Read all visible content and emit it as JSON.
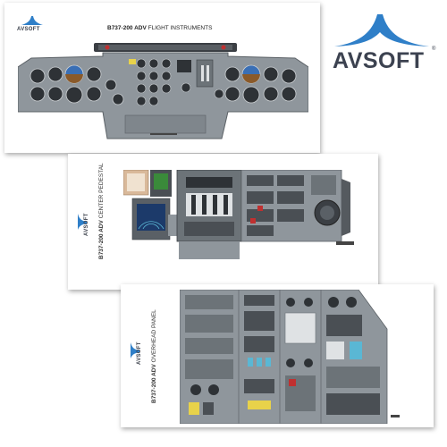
{
  "brand": {
    "name": "AVSOFT",
    "registered_mark": "®",
    "colors": {
      "wing": "#2f7fc8",
      "text": "#3c4250"
    }
  },
  "posters": [
    {
      "id": "flight-instruments",
      "model": "B737-200 ADV",
      "panel": "FLIGHT INSTRUMENTS",
      "logo": "AVSOFT"
    },
    {
      "id": "center-pedestal",
      "model": "B737-200 ADV",
      "panel": "CENTER PEDESTAL",
      "logo": "AVSOFT"
    },
    {
      "id": "overhead-panel",
      "model": "B737-200 ADV",
      "panel": "OVERHEAD PANEL",
      "logo": "AVSOFT"
    }
  ],
  "colors": {
    "panel_gray": "#8f969c",
    "panel_dark": "#2e3236",
    "screen_blue": "#3a6fb5",
    "accent_yellow": "#e8d24a",
    "accent_red": "#c03030",
    "accent_cyan": "#5ab7d4"
  }
}
